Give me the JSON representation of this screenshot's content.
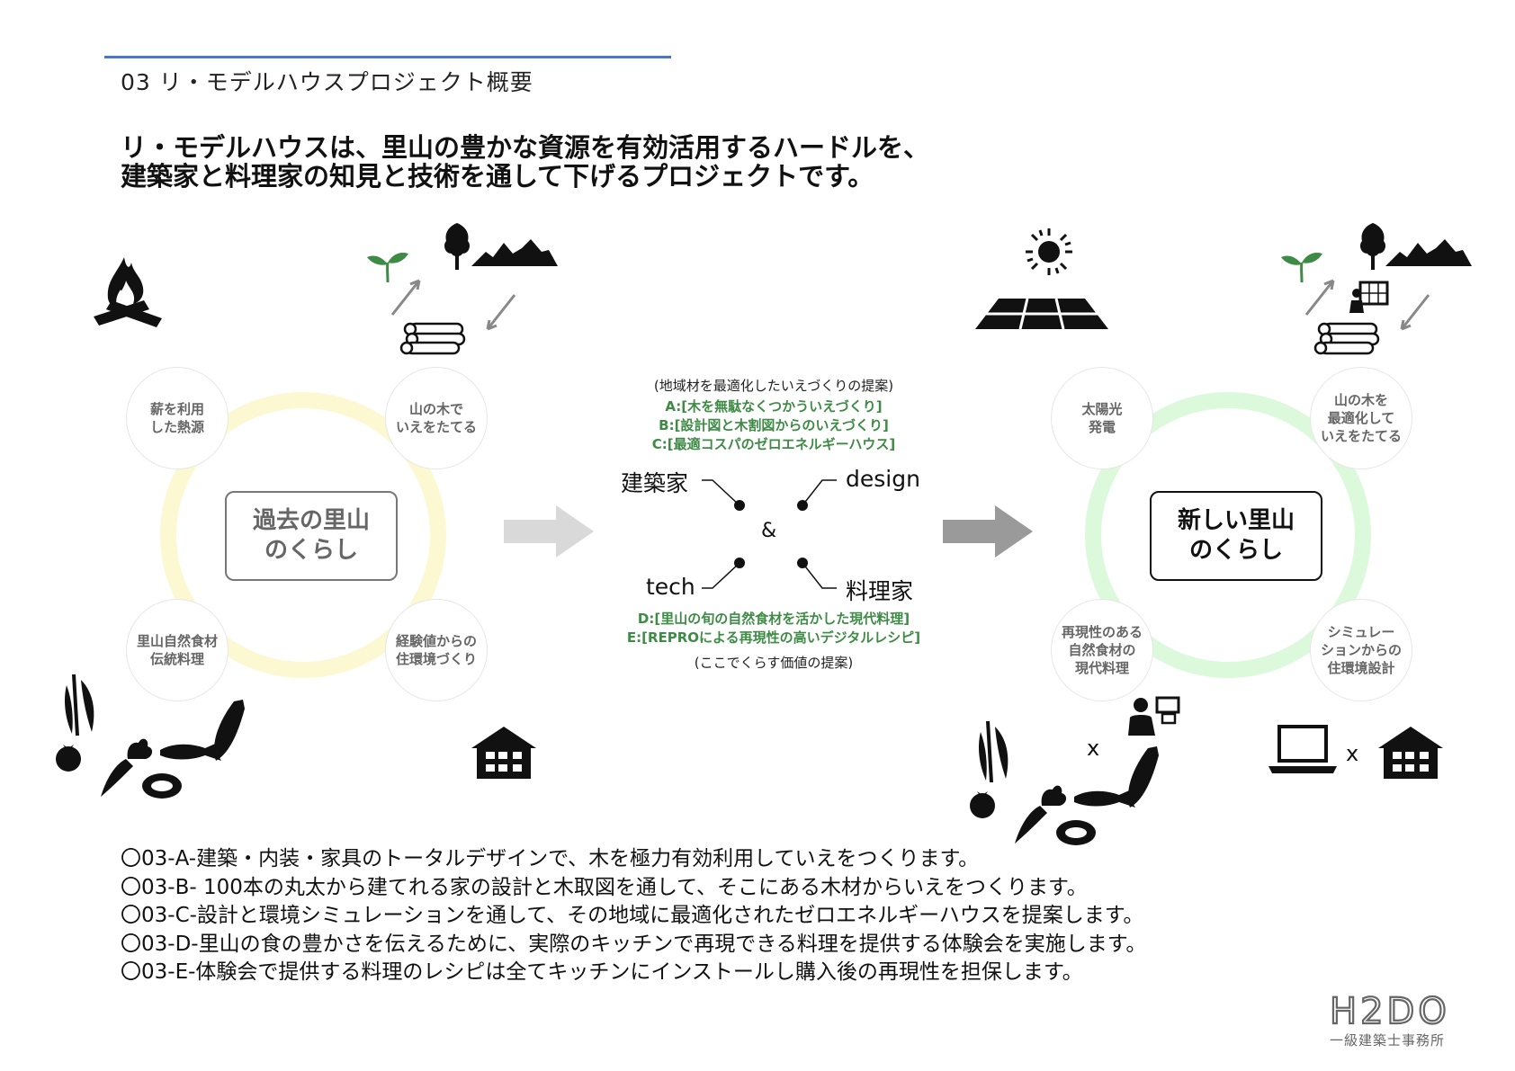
{
  "header": {
    "section_title": "03 リ・モデルハウスプロジェクト概要"
  },
  "headline": {
    "line1": "リ・モデルハウスは、里山の豊かな資源を有効活用するハードルを、",
    "line2": "建築家と料理家の知見と技術を通して下げるプロジェクトです。"
  },
  "past": {
    "center": "過去の里山\nのくらし",
    "nodes": [
      "薪を利用\nした熱源",
      "山の木で\nいえをたてる",
      "里山自然食材\n伝統料理",
      "経験値からの\n住環境づくり"
    ],
    "ring_color": "#fbf8d2"
  },
  "future": {
    "center": "新しい里山\nのくらし",
    "nodes": [
      "太陽光\n発電",
      "山の木を\n最適化して\nいえをたてる",
      "再現性のある\n自然食材の\n現代料理",
      "シミュレー\nションからの\n住環境設計"
    ],
    "ring_color": "#dcf9dc"
  },
  "middle": {
    "top_note": "(地域材を最適化したいえづくりの提案)",
    "proposals_top": [
      "A:[木を無駄なくつかういえづくり]",
      "B:[設計図と木割図からのいえづくり]",
      "C:[最適コスパのゼロエネルギーハウス]"
    ],
    "labels": {
      "top_left": "建築家",
      "top_right": "design",
      "bottom_left": "tech",
      "bottom_right": "料理家",
      "center": "&"
    },
    "proposals_bottom": [
      "D:[里山の旬の自然食材を活かした現代料理]",
      "E:[REPROによる再現性の高いデジタルレシピ]"
    ],
    "bottom_note": "(ここでくらす価値の提案)",
    "accent_green": "#3d8b44"
  },
  "symbols": {
    "times": "x"
  },
  "bullets": [
    "〇03-A-建築・内装・家具のトータルデザインで、木を極力有効利用していえをつくります。",
    "〇03-B- 100本の丸太から建てれる家の設計と木取図を通して、そこにある木材からいえをつくります。",
    "〇03-C-設計と環境シミュレーションを通して、その地域に最適化されたゼロエネルギーハウスを提案します。",
    "〇03-D-里山の食の豊かさを伝えるために、実際のキッチンで再現できる料理を提供する体験会を実施します。",
    "〇03-E-体験会で提供する料理のレシピは全てキッチンにインストールし購入後の再現性を担保します。"
  ],
  "logo": {
    "mark": "H2DO",
    "subtitle": "一級建築士事務所"
  },
  "colors": {
    "header_rule": "#4a78c4",
    "arrow_light": "#d9d9d9",
    "arrow_dark": "#9a9a9a"
  }
}
